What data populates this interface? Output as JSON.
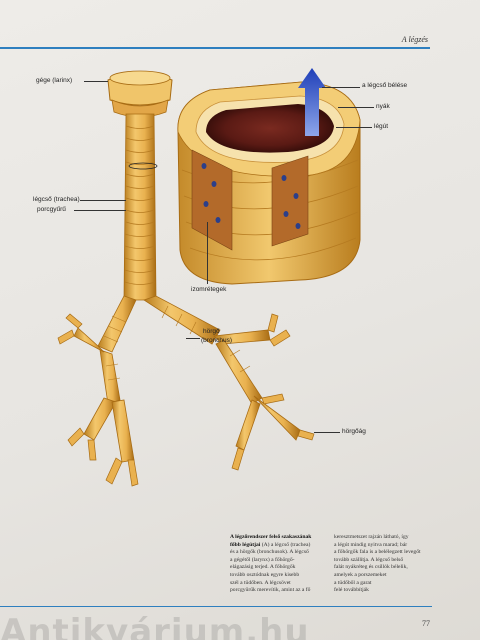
{
  "header": {
    "running_head": "A légzés"
  },
  "labels": {
    "larynx": "gége (larinx)",
    "trachea": "légcső (trachea)",
    "cartilage_ring": "porcgyűrű",
    "bronchus_1": "hörgő",
    "bronchus_2": "(bronchus)",
    "bronchioles": "hörgőág",
    "cilia": "a légcső bélése",
    "mucus": "nyák",
    "lumen": "légút",
    "muscle": "izomrétegek"
  },
  "caption": {
    "col1": [
      {
        "bold": "A légzőrendszer felső szakaszának"
      },
      {
        "bold": "főbb légútjai",
        "text": " (A) a légcső (trachea)"
      },
      {
        "text": "és a hörgők (bronchusok). A légcső"
      },
      {
        "text": "a gégétől (larynx) a főhörgő-"
      },
      {
        "text": "elágazásig terjed. A főhörgők"
      },
      {
        "text": "tovább osztódnak egyre kisebb"
      },
      {
        "text": "szél a tüdőben. A légcsövet"
      },
      {
        "text": "porcgyűrűk merevítik, amint az a fő"
      }
    ],
    "col2": [
      {
        "text": "keresztmetszet rajzán látható, így"
      },
      {
        "text": "a légút mindig nyitva marad; bár"
      },
      {
        "text": "a főhörgők fala is a belélegzett levegőt"
      },
      {
        "text": "tovább szállítja. A légcső belső"
      },
      {
        "text": "falát nyákréteg és csillók bélelik,"
      },
      {
        "text": "amelyek a porszemeket"
      },
      {
        "text": "a tüdőből a garat"
      },
      {
        "text": "felé továbbítják"
      }
    ]
  },
  "footer": {
    "page_number": "77",
    "watermark": "Antikvárium.hu"
  },
  "colors": {
    "accent_rule": "#2e7fbf",
    "tissue": "#e9b14f",
    "arrow": "#2a4fc6"
  }
}
